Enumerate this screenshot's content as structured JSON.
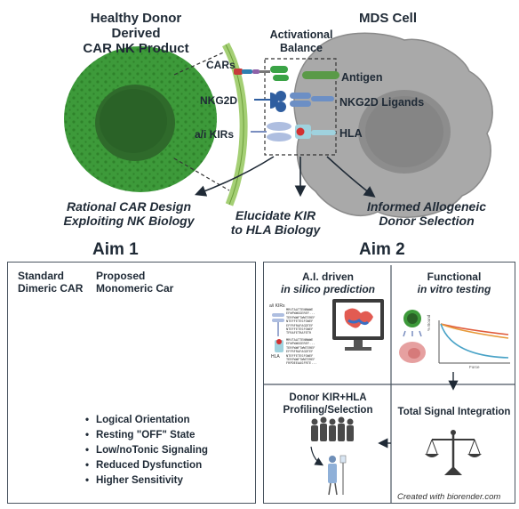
{
  "top": {
    "donor_title": [
      "Healthy Donor",
      "Derived",
      "CAR NK Product"
    ],
    "mds_title": "MDS Cell",
    "balance_title": [
      "Activational",
      "Balance"
    ],
    "receptor_labels": {
      "cars": "CARs",
      "nkg2d": "NKG2D",
      "kirs": "a/i KIRs"
    },
    "ligand_labels": {
      "antigen": "Antigen",
      "nkg2d_ligands": "NKG2D Ligands",
      "hla": "HLA"
    },
    "goals": {
      "left": [
        "Rational CAR Design",
        "Exploiting NK Biology"
      ],
      "middle": [
        "Elucidate KIR",
        "to HLA Biology"
      ],
      "right": [
        "Informed Allogeneic",
        "Donor Selection"
      ]
    }
  },
  "aim1": {
    "title": "Aim 1",
    "standard_label": [
      "Standard",
      "Dimeric CAR"
    ],
    "proposed_label": [
      "Proposed",
      "Monomeric Car"
    ],
    "bullets": [
      "Logical Orientation",
      "Resting \"OFF\" State",
      "Low/noTonic Signaling",
      "Reduced Dysfunction",
      "Higher Sensitivity"
    ]
  },
  "aim2": {
    "title": "Aim 2",
    "ai_title": [
      "A.I. driven",
      "in silico prediction"
    ],
    "functional_title": [
      "Functional",
      "in vitro testing"
    ],
    "donor_title": [
      "Donor KIR+HLA",
      "Profiling/Selection"
    ],
    "signal_title": "Total Signal Integration",
    "kir_label": "a/i KIRs",
    "hla_label": "HLA",
    "sequence_lines": [
      "MRVTAATTENNWWE",
      "EFWFWWGGEREF...",
      "TERFWWFTWWTEREF",
      "NTEFFETESFGWEF",
      "EFFRFRAFAGDTEF",
      "NTEFFETESFGWEF",
      "TFRAFETRAFETR"
    ],
    "sequence_lines_2": [
      "MRVTAATTENNWWE",
      "EFWFWWGGEREF...",
      "TERFWWFTWWTEREF",
      "EFFRFRAFAGDTEF",
      "NTEFFETESFGWEF",
      "TERFWWFTWWTEREF",
      "FRPDEEAASFRTE..."
    ],
    "plot_ylabel": "% Bound",
    "plot_xlabel": "Force",
    "credit": "Created with biorender.com"
  },
  "colors": {
    "nk_green": "#3d9a3a",
    "nk_dark": "#2c6b29",
    "mds_gray": "#9a9a9a",
    "membrane": "#9bc56b",
    "car_green": "#3aa346",
    "car_purple": "#8e62a8",
    "car_blue": "#2f7fb0",
    "car_red": "#c63a3a",
    "car_orange": "#ee8c3a"
  }
}
